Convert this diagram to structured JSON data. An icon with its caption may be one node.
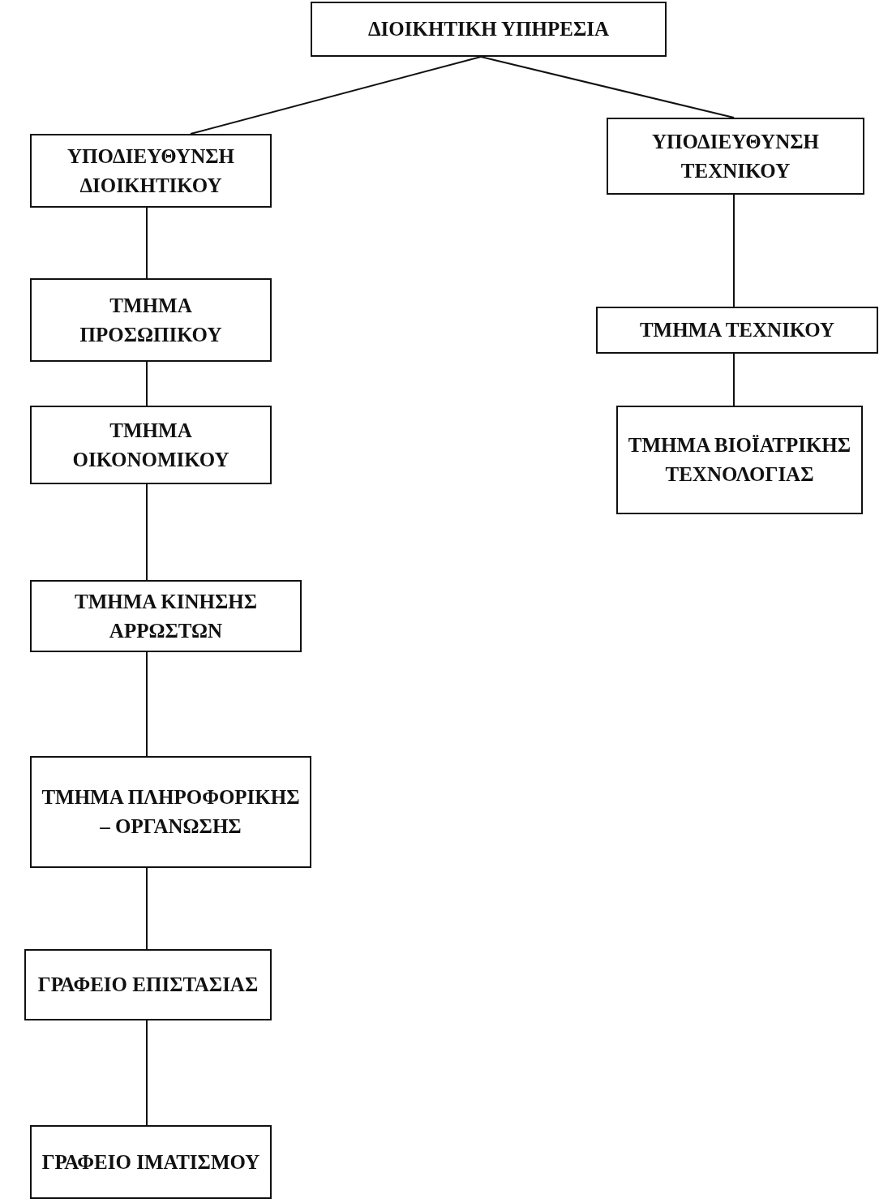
{
  "diagram": {
    "nodes": [
      {
        "text": [
          "ΔΙΟΙΚΗΤΙΚΗ ΥΠΗΡΕΣΙΑ"
        ]
      },
      {
        "text": [
          "ΥΠΟΔΙΕΥΘΥΝΣΗ ΔΙΟΙΚΗΤΙΚΟΥ"
        ]
      },
      {
        "text": [
          "ΥΠΟΔΙΕΥΘΥΝΣΗ ΤΕΧΝΙΚΟΥ"
        ]
      },
      {
        "text": [
          "ΤΜΗΜΑ ΠΡΟΣΩΠΙΚΟΥ"
        ]
      },
      {
        "text": [
          "ΤΜΗΜΑ ΟΙΚΟΝΟΜΙΚΟΥ"
        ]
      },
      {
        "text": [
          "ΤΜΗΜΑ ΚΙΝΗΣΗΣ ΑΡΡΩΣΤΩΝ"
        ]
      },
      {
        "text": [
          "ΤΜΗΜΑ ΠΛΗΡΟΦΟΡΙΚΗΣ – ΟΡΓΑΝΩΣΗΣ"
        ]
      },
      {
        "text": [
          "ΓΡΑΦΕΙΟ ΕΠΙΣΤΑΣΙΑΣ"
        ]
      },
      {
        "text": [
          "ΓΡΑΦΕΙΟ ΙΜΑΤΙΣΜΟΥ"
        ]
      },
      {
        "text": [
          "ΤΜΗΜΑ ΤΕΧΝΙΚΟΥ"
        ]
      },
      {
        "text": [
          "ΤΜΗΜΑ ΒΙΟΪΑΤΡΙΚΗΣ ΤΕΧΝΟΛΟΓΙΑΣ"
        ]
      }
    ],
    "edges": [
      {
        "from": 0,
        "to": 1,
        "arrow": "none"
      },
      {
        "from": 0,
        "to": 2,
        "arrow": "none"
      },
      {
        "from": 1,
        "to": 3,
        "arrow": "none"
      },
      {
        "from": 3,
        "to": 4,
        "arrow": "none"
      },
      {
        "from": 4,
        "to": 5,
        "arrow": "none"
      },
      {
        "from": 5,
        "to": 6,
        "arrow": "none"
      },
      {
        "from": 6,
        "to": 7,
        "arrow": "none"
      },
      {
        "from": 7,
        "to": 8,
        "arrow": "none"
      },
      {
        "from": 2,
        "to": 9,
        "arrow": "none"
      },
      {
        "from": 9,
        "to": 10,
        "arrow": "none"
      }
    ]
  }
}
